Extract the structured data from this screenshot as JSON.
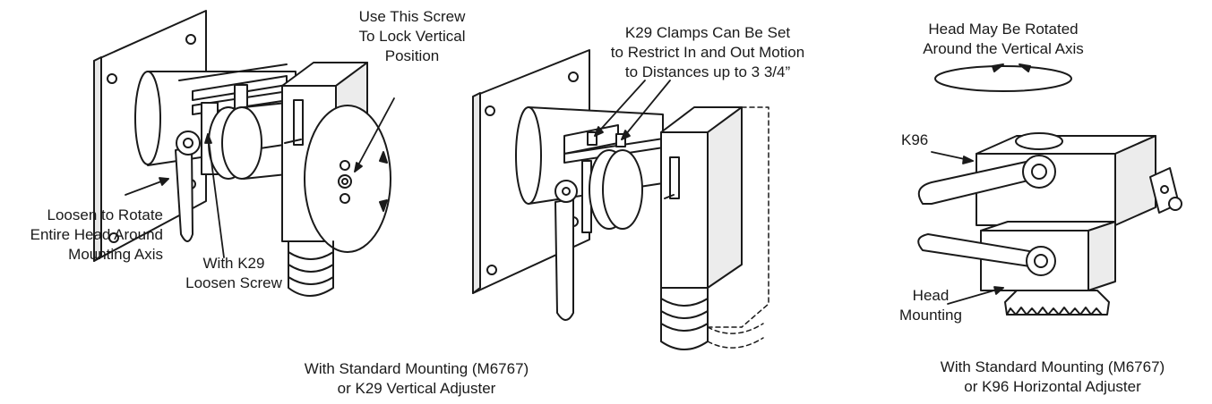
{
  "figure_left": {
    "callout_lock": [
      "Use This Screw",
      "To Lock Vertical",
      "Position"
    ],
    "callout_rotate": [
      "Loosen to Rotate",
      "Entire Head Around",
      "Mounting Axis"
    ],
    "callout_k29_screw": [
      "With K29",
      "Loosen Screw"
    ]
  },
  "figure_middle": {
    "callout_clamps": [
      "K29 Clamps Can Be Set",
      "to Restrict In and Out Motion",
      "to Distances up to 3 3/4”"
    ],
    "caption": [
      "With Standard Mounting (M6767)",
      "or K29 Vertical Adjuster"
    ]
  },
  "figure_right": {
    "callout_rotate": [
      "Head May Be Rotated",
      "Around the Vertical Axis"
    ],
    "label_k96": "K96",
    "label_head_mounting": [
      "Head",
      "Mounting"
    ],
    "caption": [
      "With Standard Mounting (M6767)",
      "or K96 Horizontal Adjuster"
    ]
  },
  "colors": {
    "line": "#1a1a1a",
    "background": "#ffffff"
  }
}
